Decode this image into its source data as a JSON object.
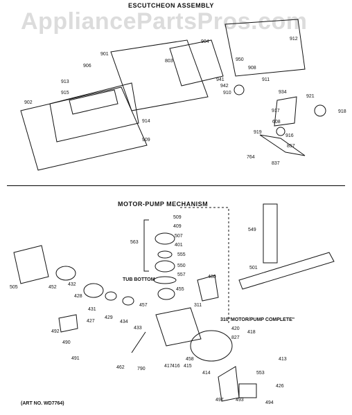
{
  "watermark": "AppliancePartsPros.com",
  "sections": {
    "top": "ESCUTCHEON ASSEMBLY",
    "bottom": "MOTOR-PUMP MECHANISM"
  },
  "tub_bottom": "TUB BOTTOM",
  "motor_complete": "310\"MOTOR/PUMP COMPLETE\"",
  "art_no": "(ART NO. WD7764)",
  "labels": [
    "904",
    "912",
    "906",
    "901",
    "803",
    "950",
    "908",
    "911",
    "910",
    "941",
    "942",
    "913",
    "915",
    "902",
    "914",
    "909",
    "934",
    "921",
    "917",
    "918",
    "916",
    "608",
    "919",
    "764",
    "857",
    "837",
    "509",
    "409",
    "507",
    "401",
    "555",
    "550",
    "557",
    "563",
    "549",
    "501",
    "505",
    "452",
    "432",
    "428",
    "431",
    "429",
    "427",
    "434",
    "433",
    "457",
    "455",
    "480",
    "311",
    "420",
    "827",
    "492",
    "490",
    "491",
    "462",
    "790",
    "417",
    "416",
    "415",
    "458",
    "414",
    "418",
    "413",
    "553",
    "426",
    "497",
    "493",
    "494"
  ]
}
